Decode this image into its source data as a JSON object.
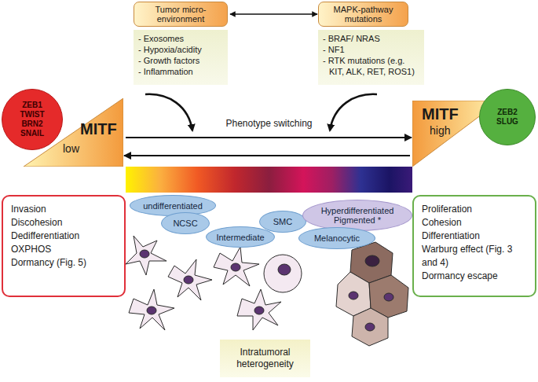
{
  "diagram": {
    "nodes": [
      {
        "text": [
          "Tumor micro-environment",
          "- Exosomes",
          "- Hypoxia/acidity",
          "- Growth factors",
          "- Inflammation"
        ]
      },
      {
        "text": [
          "MAPK-pathway mutations",
          "- BRAF/ NRAS",
          "- NF1",
          "- RTK mutations (e.g. KIT, ALK, RET, ROS1)"
        ]
      },
      {
        "text": [
          "ZEB1",
          "TWIST",
          "BRN2",
          "SNAIL"
        ]
      },
      {
        "text": [
          "MITF",
          "low"
        ]
      },
      {
        "text": [
          "MITF",
          "high"
        ]
      },
      {
        "text": [
          "ZEB2",
          "SLUG"
        ]
      },
      {
        "text": [
          "undifferentiated"
        ]
      },
      {
        "text": [
          "NCSC"
        ]
      },
      {
        "text": [
          "Intermediate"
        ]
      },
      {
        "text": [
          "SMC"
        ]
      },
      {
        "text": [
          "Hyperdifferentiated Pigmented *"
        ]
      },
      {
        "text": [
          "Melanocytic"
        ]
      },
      {
        "text": [
          "Invasion",
          "Discohesion",
          "Dedifferentiation",
          "OXPHOS",
          "Dormancy (Fig. 5)"
        ]
      },
      {
        "text": [
          "Proliferation",
          "Cohesion",
          "Differentiation",
          "Warburg effect (Fig. 3 and 4)",
          "Dormancy escape"
        ]
      },
      {
        "text": [
          "Intratumoral heterogeneity"
        ]
      }
    ],
    "edges": [
      {
        "from": 0,
        "to": 1,
        "arrow": "both"
      },
      {
        "from": 3,
        "to": 4,
        "arrow": "to"
      },
      {
        "from": 4,
        "to": 3,
        "arrow": "to"
      }
    ],
    "labels": [
      "Phenotype switching"
    ]
  }
}
